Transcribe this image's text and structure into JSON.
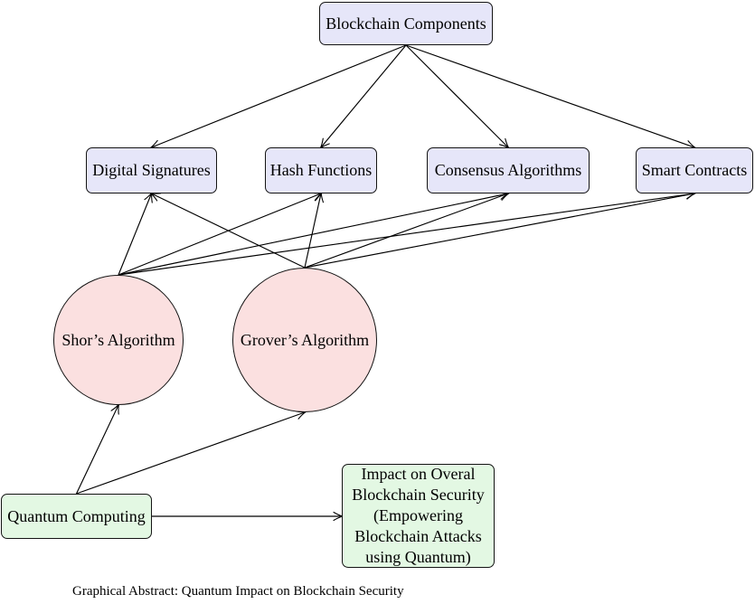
{
  "diagram": {
    "nodes": {
      "blockchain_components": {
        "label": "Blockchain Components"
      },
      "digital_signatures": {
        "label": "Digital Signatures"
      },
      "hash_functions": {
        "label": "Hash Functions"
      },
      "consensus_algorithms": {
        "label": "Consensus Algorithms"
      },
      "smart_contracts": {
        "label": "Smart Contracts"
      },
      "shors_algorithm": {
        "label": "Shor’s Algorithm"
      },
      "grovers_algorithm": {
        "label": "Grover’s Algorithm"
      },
      "quantum_computing": {
        "label": "Quantum Computing"
      },
      "impact": {
        "label": "Impact on Overal Blockchain Security (Empowering Blockchain Attacks using Quantum)",
        "lines": [
          "Impact on Overal",
          "Blockchain Security",
          "(Empowering",
          "Blockchain Attacks",
          "using Quantum)"
        ]
      }
    },
    "edges": [
      {
        "from": "blockchain_components",
        "to": "digital_signatures"
      },
      {
        "from": "blockchain_components",
        "to": "hash_functions"
      },
      {
        "from": "blockchain_components",
        "to": "consensus_algorithms"
      },
      {
        "from": "blockchain_components",
        "to": "smart_contracts"
      },
      {
        "from": "shors_algorithm",
        "to": "digital_signatures"
      },
      {
        "from": "shors_algorithm",
        "to": "hash_functions"
      },
      {
        "from": "shors_algorithm",
        "to": "consensus_algorithms"
      },
      {
        "from": "shors_algorithm",
        "to": "smart_contracts"
      },
      {
        "from": "grovers_algorithm",
        "to": "digital_signatures"
      },
      {
        "from": "grovers_algorithm",
        "to": "hash_functions"
      },
      {
        "from": "grovers_algorithm",
        "to": "consensus_algorithms"
      },
      {
        "from": "grovers_algorithm",
        "to": "smart_contracts"
      },
      {
        "from": "quantum_computing",
        "to": "shors_algorithm"
      },
      {
        "from": "quantum_computing",
        "to": "grovers_algorithm"
      },
      {
        "from": "quantum_computing",
        "to": "impact"
      }
    ],
    "colors": {
      "component_fill": "#e6e6f9",
      "algorithm_fill": "#fbe0e0",
      "quantum_fill": "#e3f8e3",
      "edge_color": "#000000"
    }
  },
  "caption": "Graphical Abstract: Quantum Impact on Blockchain Security"
}
